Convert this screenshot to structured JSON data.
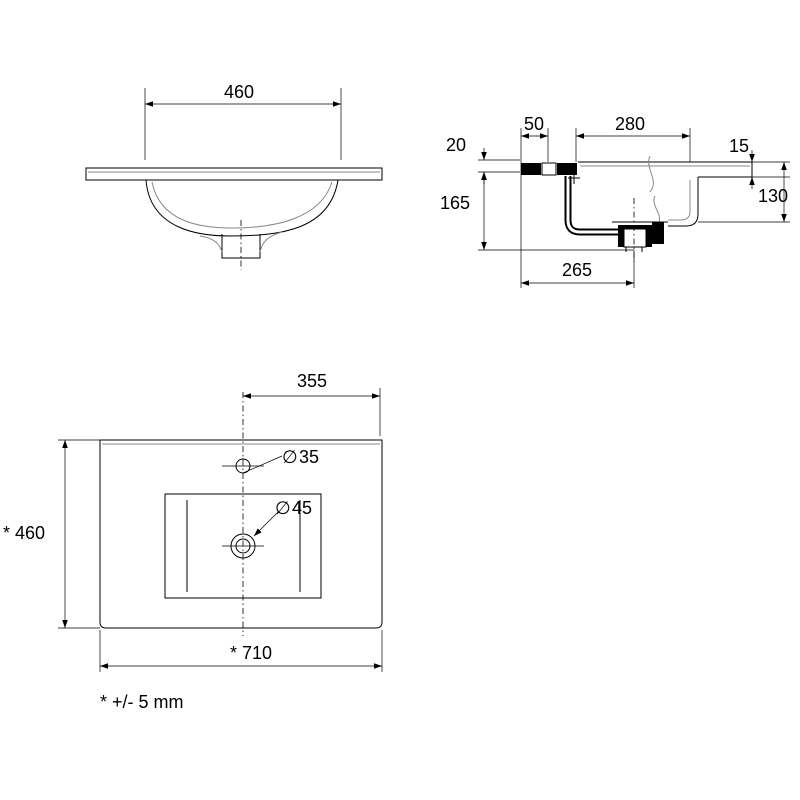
{
  "top_view": {
    "width_label": "460"
  },
  "side_view": {
    "dim_20": "20",
    "dim_50": "50",
    "dim_280": "280",
    "dim_15": "15",
    "dim_165": "165",
    "dim_130": "130",
    "dim_265": "265"
  },
  "plan_view": {
    "dim_355": "355",
    "tap_hole": "35",
    "drain_hole": "45",
    "depth_label": "* 460",
    "width_label": "* 710"
  },
  "diameter_symbol": "∅",
  "tolerance_note": "* +/- 5 mm"
}
